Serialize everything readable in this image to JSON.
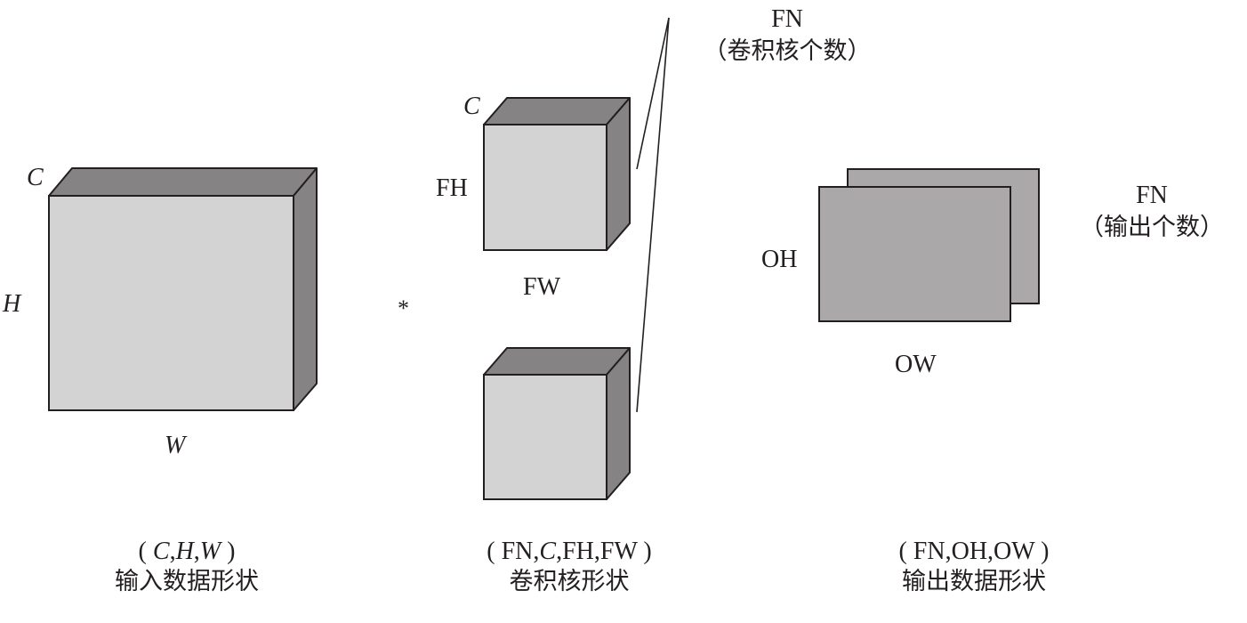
{
  "colors": {
    "front_face": "#d3d3d3",
    "side_face": "#858384",
    "output_face": "#aaa8a9",
    "stroke": "#231f20",
    "text": "#231f20"
  },
  "input": {
    "label_c": "C",
    "label_h": "H",
    "label_w": "W",
    "caption_shape_open": "( ",
    "caption_shape_parts": [
      "C",
      ",",
      "H",
      ",",
      "W"
    ],
    "caption_shape_close": " )",
    "caption_title": "输入数据形状"
  },
  "operator": {
    "symbol": "*"
  },
  "filter": {
    "label_c": "C",
    "label_fh": "FH",
    "label_fw": "FW",
    "count_label": "FN",
    "count_note": "（卷积核个数）",
    "caption_shape_open": "( ",
    "caption_shape_parts": [
      "FN",
      ",",
      "C",
      ",",
      "FH",
      ",",
      "FW"
    ],
    "caption_shape_close": " )",
    "caption_title": "卷积核形状"
  },
  "output": {
    "label_oh": "OH",
    "label_ow": "OW",
    "count_label": "FN",
    "count_note": "（输出个数）",
    "caption_shape": "( FN,OH,OW )",
    "caption_title": "输出数据形状"
  }
}
